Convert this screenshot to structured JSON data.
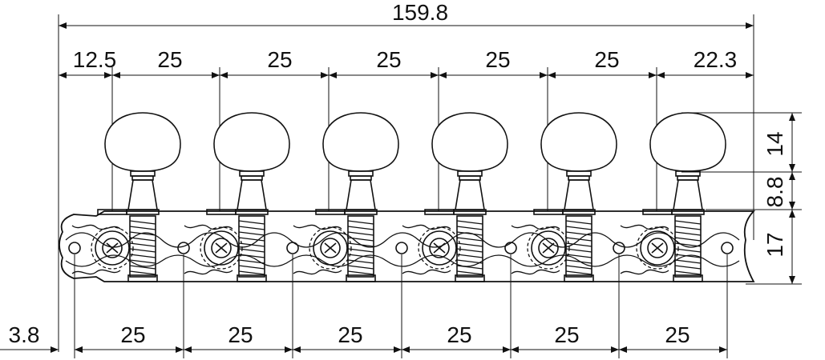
{
  "drawing": {
    "overall_width_label": "159.8",
    "top_dims": [
      "12.5",
      "25",
      "25",
      "25",
      "25",
      "25",
      "22.3"
    ],
    "bottom_dims": [
      "3.8",
      "25",
      "25",
      "25",
      "25",
      "25",
      "25"
    ],
    "side_dims": [
      "14",
      "8.8",
      "17"
    ],
    "tuner_count": 6
  },
  "colors": {
    "ink": "#111111",
    "paper": "#ffffff"
  }
}
